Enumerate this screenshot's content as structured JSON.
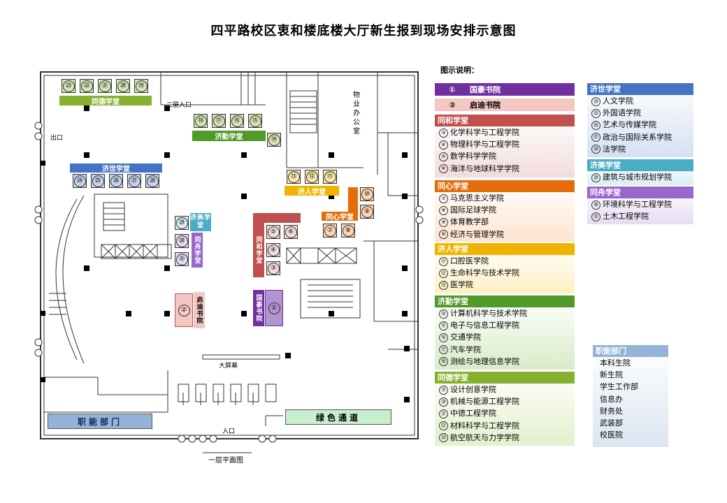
{
  "title": "四平路校区衷和楼底楼大厅新生报到现场安排示意图",
  "legend_heading": "图示说明：",
  "plan_label": "一层平面图",
  "plan_labels": {
    "second_floor_entrance": "二层入口",
    "exit": "出口",
    "entrance": "入口",
    "big_screen": "大屏幕",
    "property_office": "物业办公室"
  },
  "colors": {
    "guohao": "#7030a0",
    "qidi": "#f4c7c3",
    "tonghe": "#c0504d",
    "tongxin": "#e46c0a",
    "jiren": "#f0b400",
    "jiqin": "#4f9a28",
    "tongde": "#86b030",
    "jishi": "#4472c4",
    "jimei": "#4bacc6",
    "tongzhou": "#9966cc",
    "zhineng": "#4f81bd",
    "green": "#c6efce"
  },
  "halls": {
    "tongde": "同德学堂",
    "jiqin": "济勤学堂",
    "jishi": "济世学堂",
    "jiren": "济人学堂",
    "tongxin": "同心学堂",
    "tonghe": "同和学堂",
    "jimei": "济美学堂",
    "tongzhou": "同舟学堂",
    "qidi": "启迪书院",
    "guohao": "国豪书院"
  },
  "booths": {
    "b1": "①",
    "b2": "②",
    "b3": "③",
    "b4": "④",
    "b5": "⑤",
    "b6": "⑥",
    "b7": "⑦",
    "b8": "⑧",
    "b9": "⑨",
    "b10": "⑩",
    "b11": "⑪",
    "b12": "⑫",
    "b13": "⑬",
    "b14": "⑭",
    "b15": "⑮",
    "b16": "⑯",
    "b17": "⑰",
    "b18": "⑱",
    "b19": "⑲",
    "b20": "⑳",
    "b21": "㉑",
    "b22": "㉒",
    "b23": "㉓",
    "b24": "㉔",
    "b25": "㉕",
    "b26": "㉖",
    "b27": "㉗",
    "b28": "㉘",
    "b29": "㉙",
    "b30": "㉚",
    "b31": "㉛"
  },
  "bottom": {
    "zhineng": "职能部门",
    "green": "绿色通道"
  },
  "legend": {
    "guohao_row": {
      "num": "①",
      "label": "国豪书院"
    },
    "qidi_row": {
      "num": "②",
      "label": "启迪书院"
    },
    "tonghe": {
      "title": "同和学堂",
      "items": [
        {
          "num": "③",
          "label": "化学科学与工程学院"
        },
        {
          "num": "④",
          "label": "物理科学与工程学院"
        },
        {
          "num": "⑤",
          "label": "数学科学学院"
        },
        {
          "num": "⑥",
          "label": "海洋与地球科学学院"
        }
      ]
    },
    "tongxin": {
      "title": "同心学堂",
      "items": [
        {
          "num": "⑦",
          "label": "马克思主义学院"
        },
        {
          "num": "⑧",
          "label": "国际足球学院"
        },
        {
          "num": "⑨",
          "label": "体育教学部"
        },
        {
          "num": "⑩",
          "label": "经济与管理学院"
        }
      ]
    },
    "jiren": {
      "title": "济人学堂",
      "items": [
        {
          "num": "⑪",
          "label": "口腔医学院"
        },
        {
          "num": "⑫",
          "label": "生命科学与技术学院"
        },
        {
          "num": "⑬",
          "label": "医学院"
        }
      ]
    },
    "jiqin": {
      "title": "济勤学堂",
      "items": [
        {
          "num": "⑭",
          "label": "计算机科学与技术学院"
        },
        {
          "num": "⑮",
          "label": "电子与信息工程学院"
        },
        {
          "num": "⑯",
          "label": "交通学院"
        },
        {
          "num": "⑰",
          "label": "汽车学院"
        },
        {
          "num": "⑱",
          "label": "测绘与地理信息学院"
        }
      ]
    },
    "tongde": {
      "title": "同德学堂",
      "items": [
        {
          "num": "⑲",
          "label": "设计创意学院"
        },
        {
          "num": "⑳",
          "label": "机械与能源工程学院"
        },
        {
          "num": "㉑",
          "label": "中德工程学院"
        },
        {
          "num": "㉒",
          "label": "材料科学与工程学院"
        },
        {
          "num": "㉓",
          "label": "航空航天与力学学院"
        }
      ]
    },
    "jishi": {
      "title": "济世学堂",
      "items": [
        {
          "num": "㉔",
          "label": "人文学院"
        },
        {
          "num": "㉕",
          "label": "外国语学院"
        },
        {
          "num": "㉖",
          "label": "艺术与传媒学院"
        },
        {
          "num": "㉗",
          "label": "政治与国际关系学院"
        },
        {
          "num": "㉘",
          "label": "法学院"
        }
      ]
    },
    "jimei": {
      "title": "济美学堂",
      "items": [
        {
          "num": "㉙",
          "label": "建筑与城市规划学院"
        }
      ]
    },
    "tongzhou": {
      "title": "同舟学堂",
      "items": [
        {
          "num": "㉚",
          "label": "环境科学与工程学院"
        },
        {
          "num": "㉛",
          "label": "土木工程学院"
        }
      ]
    },
    "zhineng": {
      "title": "职能部门",
      "items": [
        "本科生院",
        "新生院",
        "学生工作部",
        "信息办",
        "财务处",
        "武装部",
        "校医院"
      ]
    }
  }
}
